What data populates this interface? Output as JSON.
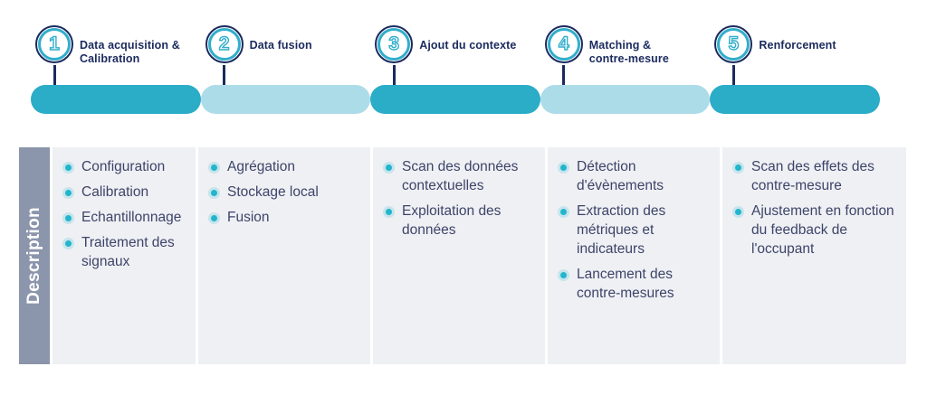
{
  "palette": {
    "segment_active": "#2BACC7",
    "segment_inactive": "#ADDCE9",
    "marker_ring_outer": "#1B2A5E",
    "marker_ring_inner": "#31AECB",
    "stem_and_dot": "#141F4E",
    "label_text": "#1B2A5E",
    "panel_bg": "#EFF0F4",
    "desc_tab_bg": "#8B95AB",
    "bullet_dot": "#22B5CC",
    "body_text": "#3D4468"
  },
  "timeline": {
    "steps": [
      {
        "number": "1",
        "label": "Data acquisition &\nCalibration",
        "state": "active"
      },
      {
        "number": "2",
        "label": "Data fusion",
        "state": "inactive"
      },
      {
        "number": "3",
        "label": "Ajout du contexte",
        "state": "active"
      },
      {
        "number": "4",
        "label": "Matching &\ncontre-mesure",
        "state": "inactive"
      },
      {
        "number": "5",
        "label": "Renforcement",
        "state": "active"
      }
    ]
  },
  "table": {
    "row_header": "Description",
    "columns": [
      {
        "step": "1",
        "items": [
          "Configuration",
          "Calibration",
          "Echantillonnage",
          "Traitement des signaux"
        ]
      },
      {
        "step": "2",
        "items": [
          "Agrégation",
          "Stockage local",
          "Fusion"
        ]
      },
      {
        "step": "3",
        "items": [
          "Scan des données contextuelles",
          "Exploitation des données"
        ]
      },
      {
        "step": "4",
        "items": [
          "Détection d'évènements",
          "Extraction des métriques et indicateurs",
          "Lancement des contre-mesures"
        ]
      },
      {
        "step": "5",
        "items": [
          "Scan des effets des contre-mesure",
          "Ajustement en fonction du feedback de l'occupant"
        ]
      }
    ]
  }
}
